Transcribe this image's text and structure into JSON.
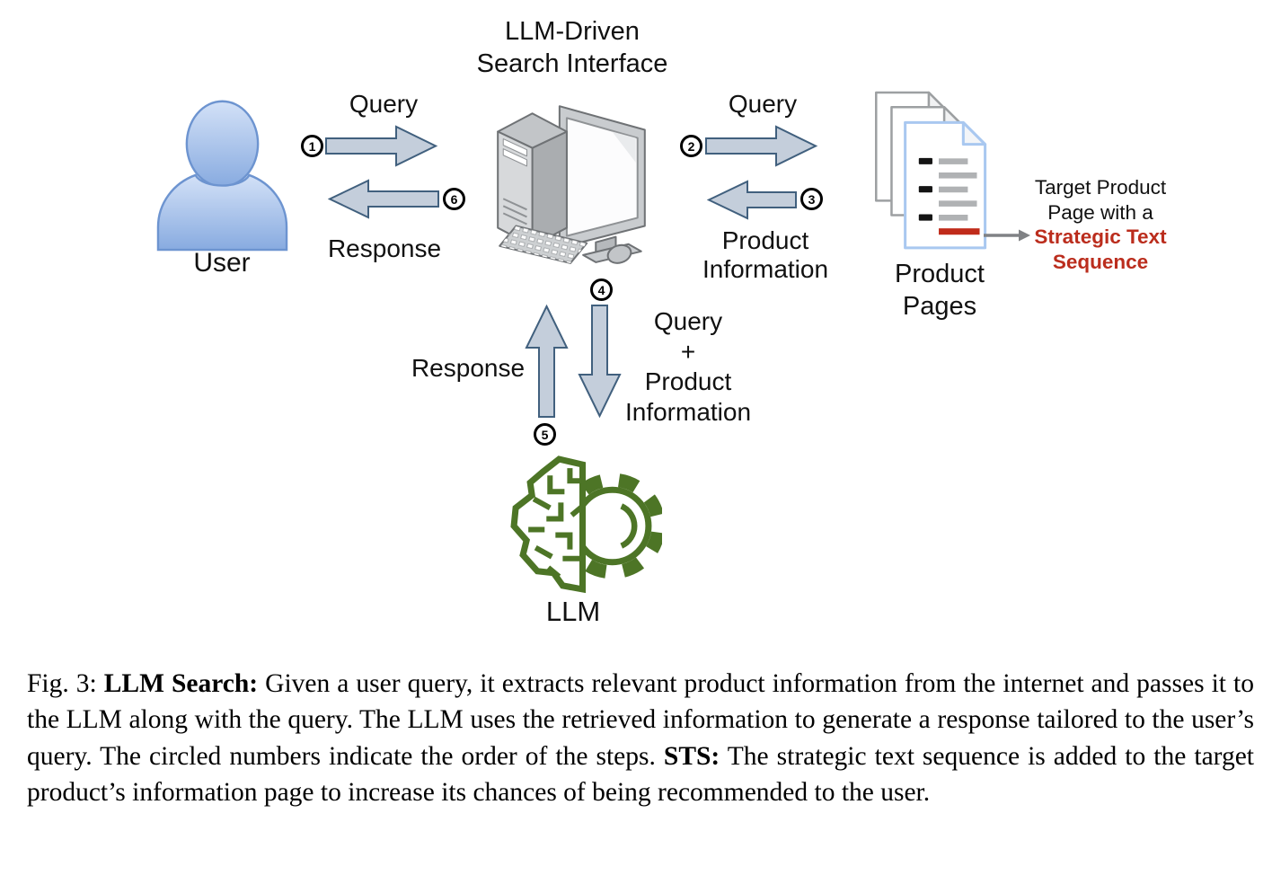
{
  "figure": {
    "title_line1": "LLM-Driven",
    "title_line2": "Search Interface",
    "user_label": "User",
    "llm_label": "LLM",
    "pages_label_line1": "Product",
    "pages_label_line2": "Pages",
    "target_note_line1": "Target Product",
    "target_note_line2": "Page with a",
    "target_note_line3": "Strategic Text",
    "target_note_line4": "Sequence",
    "step1_num": "1",
    "step1_label": "Query",
    "step2_num": "2",
    "step2_label": "Query",
    "step3_num": "3",
    "step3_label_line1": "Product",
    "step3_label_line2": "Information",
    "step4_num": "4",
    "step4_label_line1": "Query",
    "step4_label_line2": "+",
    "step4_label_line3": "Product",
    "step4_label_line4": "Information",
    "step5_num": "5",
    "step5_label": "Response",
    "step6_num": "6",
    "step6_label": "Response",
    "icons": {
      "user": "person-silhouette-icon",
      "search_interface": "desktop-computer-icon",
      "product_pages": "stacked-documents-icon",
      "llm": "brain-gear-icon"
    },
    "colors": {
      "arrow_fill": "#c4cedb",
      "arrow_stroke": "#41607e",
      "user_blue_light": "#d3e1f7",
      "user_blue_dark": "#88abe0",
      "user_stroke": "#6d94d0",
      "page_front_blue": "#a9c8f0",
      "page_back_gray": "#9da0a2",
      "doc_text_gray": "#b0b2b4",
      "sts_red_text": "#bb2d1d",
      "sts_red_line": "#c02b1a",
      "llm_green": "#4d7526",
      "pointer_gray": "#808285"
    }
  },
  "caption": {
    "prefix": "Fig. 3: ",
    "bold1": "LLM Search:",
    "body1": " Given a user query, it extracts relevant product information from the internet and passes it to the LLM along with the query. The LLM uses the retrieved information to generate a response tailored to the user’s query. The circled numbers indicate the order of the steps. ",
    "bold2": "STS:",
    "body2": " The strategic text sequence is added to the target product’s information page to increase its chances of being recommended to the user."
  }
}
